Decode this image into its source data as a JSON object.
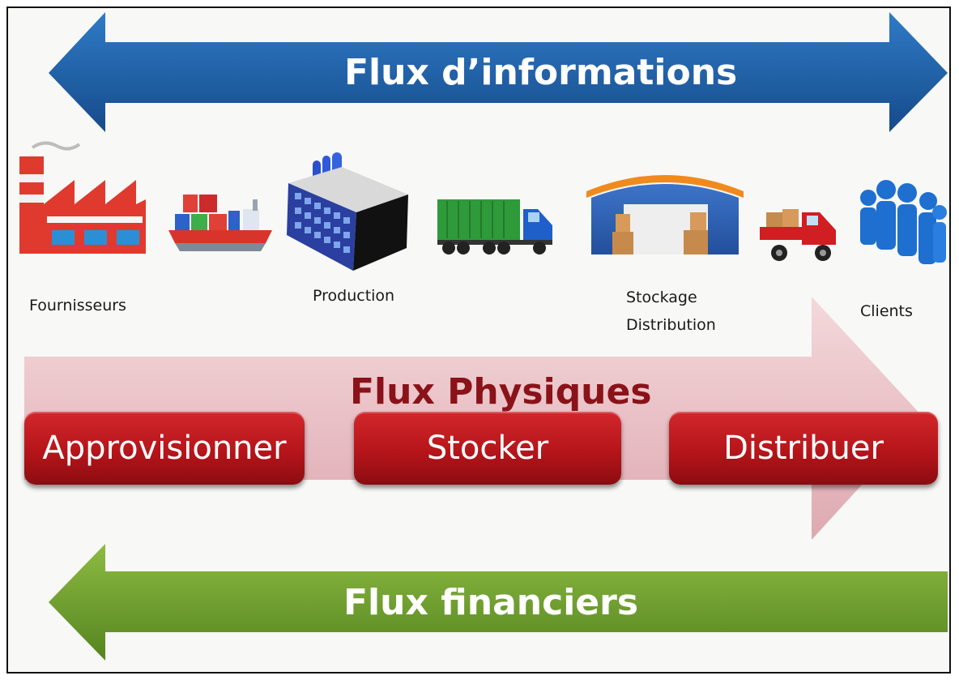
{
  "arrows": {
    "information": "Flux d’informations",
    "physical": "Flux Physiques",
    "financial": "Flux financiers"
  },
  "labels": {
    "suppliers": "Fournisseurs",
    "production": "Production",
    "storage": "Stockage",
    "distribution": "Distribution",
    "clients": "Clients"
  },
  "actions": [
    "Approvisionner",
    "Stocker",
    "Distribuer"
  ],
  "icons": [
    "factory-icon",
    "cargo-ship-icon",
    "production-plant-icon",
    "container-truck-icon",
    "warehouse-icon",
    "delivery-truck-icon",
    "customers-icon"
  ],
  "colors": {
    "information_arrow": "#1f5fa8",
    "physical_arrow": "#e7b8bf",
    "physical_text": "#8a1219",
    "financial_arrow": "#6b9a2e",
    "action_buttons": "#b5151a"
  }
}
